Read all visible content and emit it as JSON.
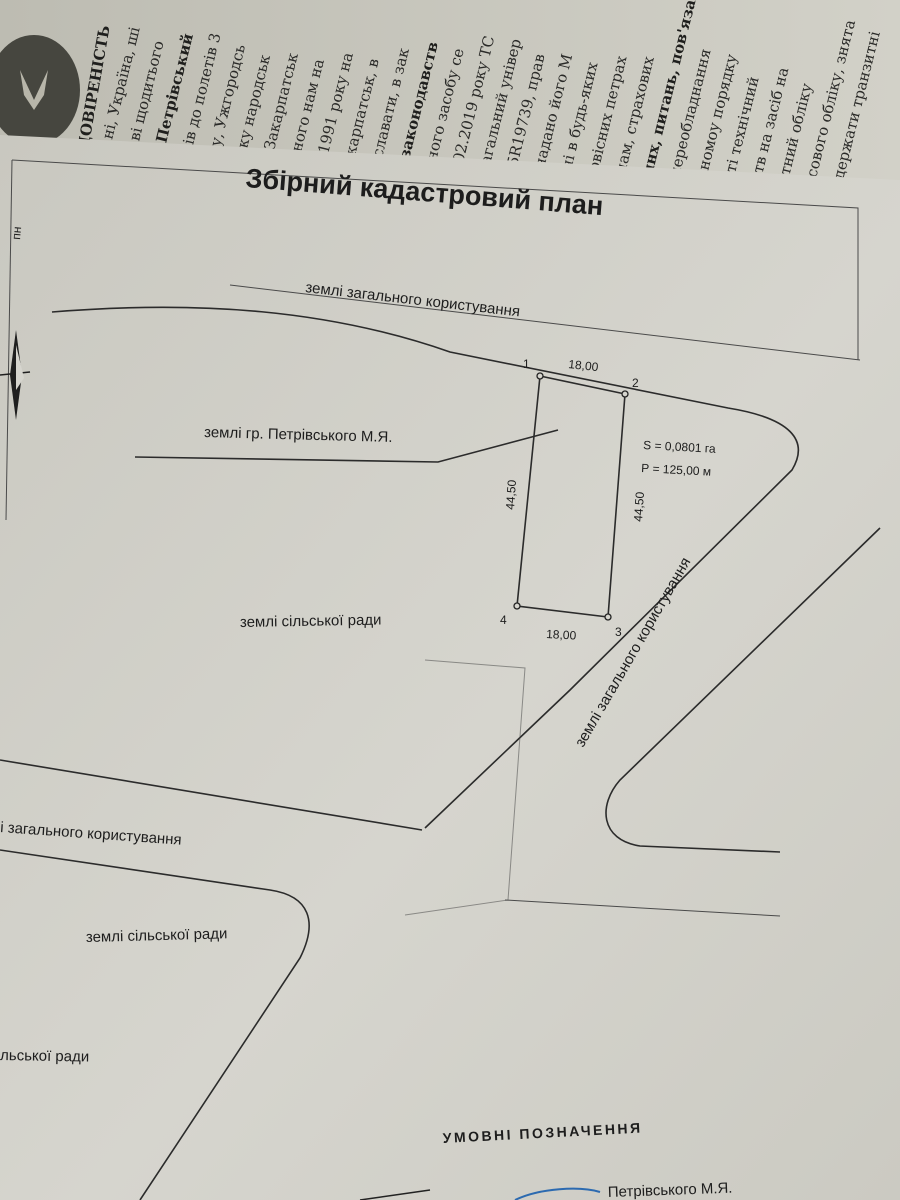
{
  "plan": {
    "title": "Збірний кадастровий план",
    "top_strip_label": "землі загального користування",
    "neighbor_label": "землі гр. Петрівського М.Я.",
    "council_label_1": "землі сільської ради",
    "diagonal_road_label": "землі загального користування",
    "lower_road_label": "і загального користування",
    "council_label_2": "землі сільської ради",
    "council_label_3": "льської ради",
    "north_mark": "пн"
  },
  "parcel": {
    "area": "S = 0,0801 га",
    "perimeter": "Р = 125,00 м",
    "points": [
      "1",
      "2",
      "3",
      "4"
    ],
    "sides": {
      "top": "18,00",
      "bottom": "18,00",
      "left": "44,50",
      "right": "44,50"
    }
  },
  "legend": {
    "heading": "УМОВНІ ПОЗНАЧЕННЯ",
    "item_1": "Петрівського М.Я."
  },
  "newspaper": {
    "title_fragment": "ДОВІРЕНІСТЬ",
    "lines": [
      "ні, Україна, ші",
      "ві щодитього",
      "Петрівський",
      "ів до полетів 3",
      "у, Ужгородсь",
      "ку народськ",
      "Закарпатськ",
      "ного нам на",
      "1991 року на",
      "карпатськ, в",
      "славати, в зак",
      "законодавств",
      "ного засобу се",
      "02.2019 року ТС",
      "агальний універ",
      "5R19739, прав",
      "надано його М",
      "ні в будь-яких",
      "рвісних петрах",
      "пам, страхових",
      "ннх, питань, пов'язан",
      "переобладнання",
      "еномоу порядку",
      "тті технічний",
      "ртв на засіб на",
      "ртний обліку",
      "асового обліку, знята",
      "одержати транзитні"
    ]
  }
}
